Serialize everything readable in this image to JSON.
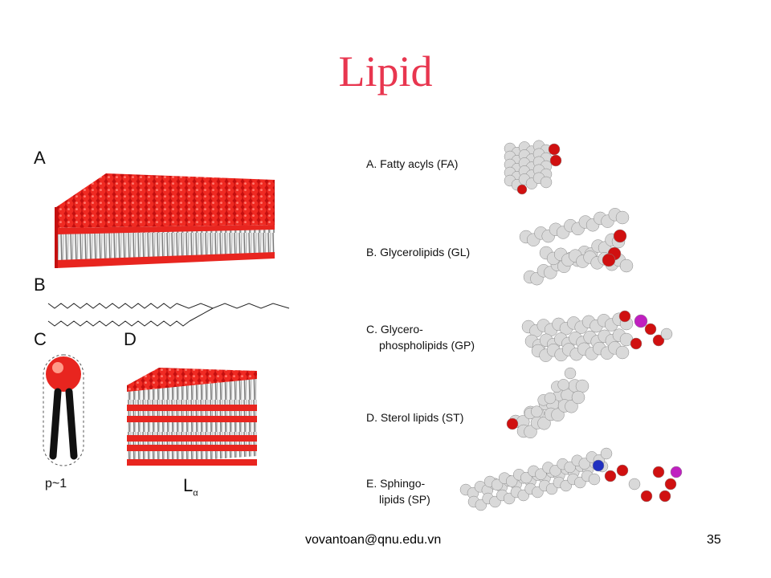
{
  "slide": {
    "title": "Lipid",
    "email": "vovantoan@qnu.edu.vn",
    "page_number": "35"
  },
  "left_figure": {
    "panel_labels": [
      "A",
      "B",
      "C",
      "D"
    ],
    "caption_c": "p~1",
    "caption_d": "L",
    "caption_d_sub": "α",
    "head_color": "#e8251f"
  },
  "right_figure": {
    "categories": [
      {
        "line1": "A. Fatty acyls (FA)",
        "line2": ""
      },
      {
        "line1": "B. Glycerolipids (GL)",
        "line2": ""
      },
      {
        "line1": "C. Glycero-",
        "line2": "phospholipids (GP)"
      },
      {
        "line1": "D. Sterol lipids (ST)",
        "line2": ""
      },
      {
        "line1": "E. Sphingo-",
        "line2": "lipids (SP)"
      }
    ],
    "atom_colors": {
      "carbon": "#d9d9d9",
      "oxygen": "#d01010",
      "phosphorus": "#c020c0",
      "nitrogen": "#2030c0"
    }
  }
}
